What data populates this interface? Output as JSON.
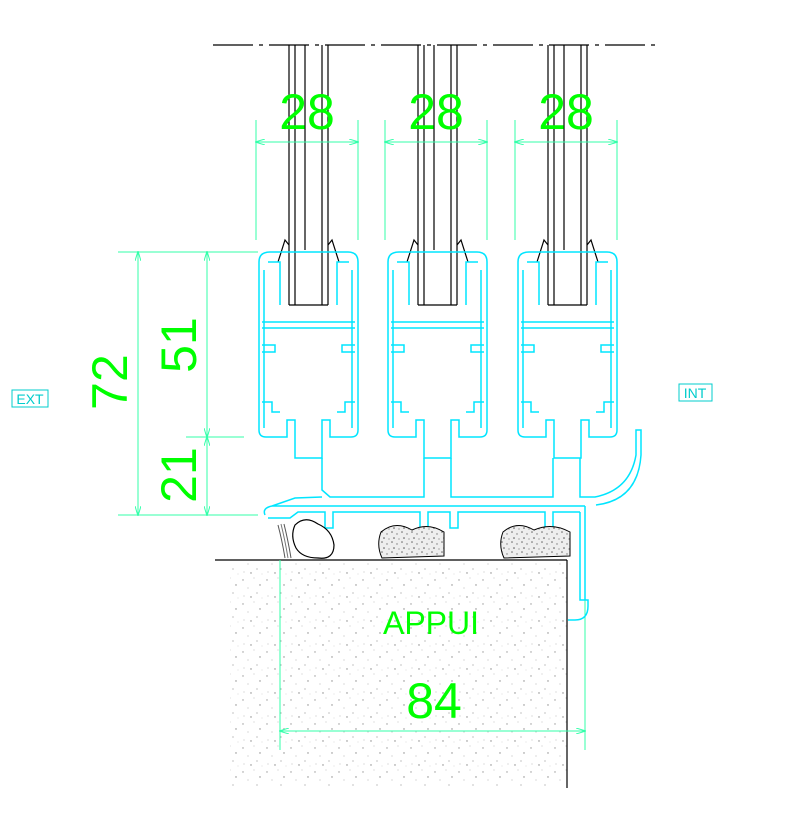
{
  "drawing": {
    "labels": {
      "exterior": "EXT",
      "interior": "INT",
      "sill": "APPUI"
    },
    "dimensions": {
      "panel_width_1": "28",
      "panel_width_2": "28",
      "panel_width_3": "28",
      "total_height": "72",
      "upper_height": "51",
      "lower_height": "21",
      "sill_width": "84"
    },
    "colors": {
      "profile": "#00e5ff",
      "dimension": "#00ff00",
      "dimension_line": "#33ffaa",
      "outline": "#000000"
    }
  }
}
